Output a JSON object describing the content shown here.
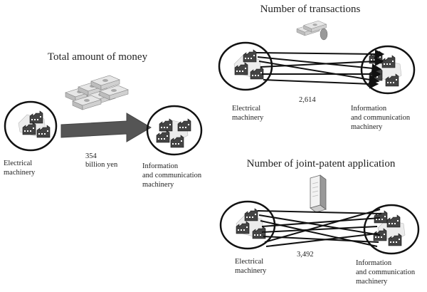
{
  "panels": {
    "money": {
      "title": "Total amount of money",
      "source_label": [
        "Electrical",
        "machinery"
      ],
      "target_label": [
        "Information",
        "and communication",
        "machinery"
      ],
      "value": [
        "354",
        "billion yen"
      ],
      "icon": "money-stack-icon"
    },
    "transactions": {
      "title": "Number of transactions",
      "source_label": [
        "Electrical",
        "machinery"
      ],
      "target_label": [
        "Information",
        "and communication",
        "machinery"
      ],
      "value": "2,614",
      "icon": "money-stack-icon"
    },
    "patents": {
      "title": "Number of joint-patent application",
      "source_label": [
        "Electrical",
        "machinery"
      ],
      "target_label": [
        "Information",
        "and communication",
        "machinery"
      ],
      "value": "3,492",
      "icon": "patent-document-icon"
    }
  },
  "colors": {
    "arrow_fill": "#555555",
    "outline": "#111111",
    "building": "#333333"
  }
}
